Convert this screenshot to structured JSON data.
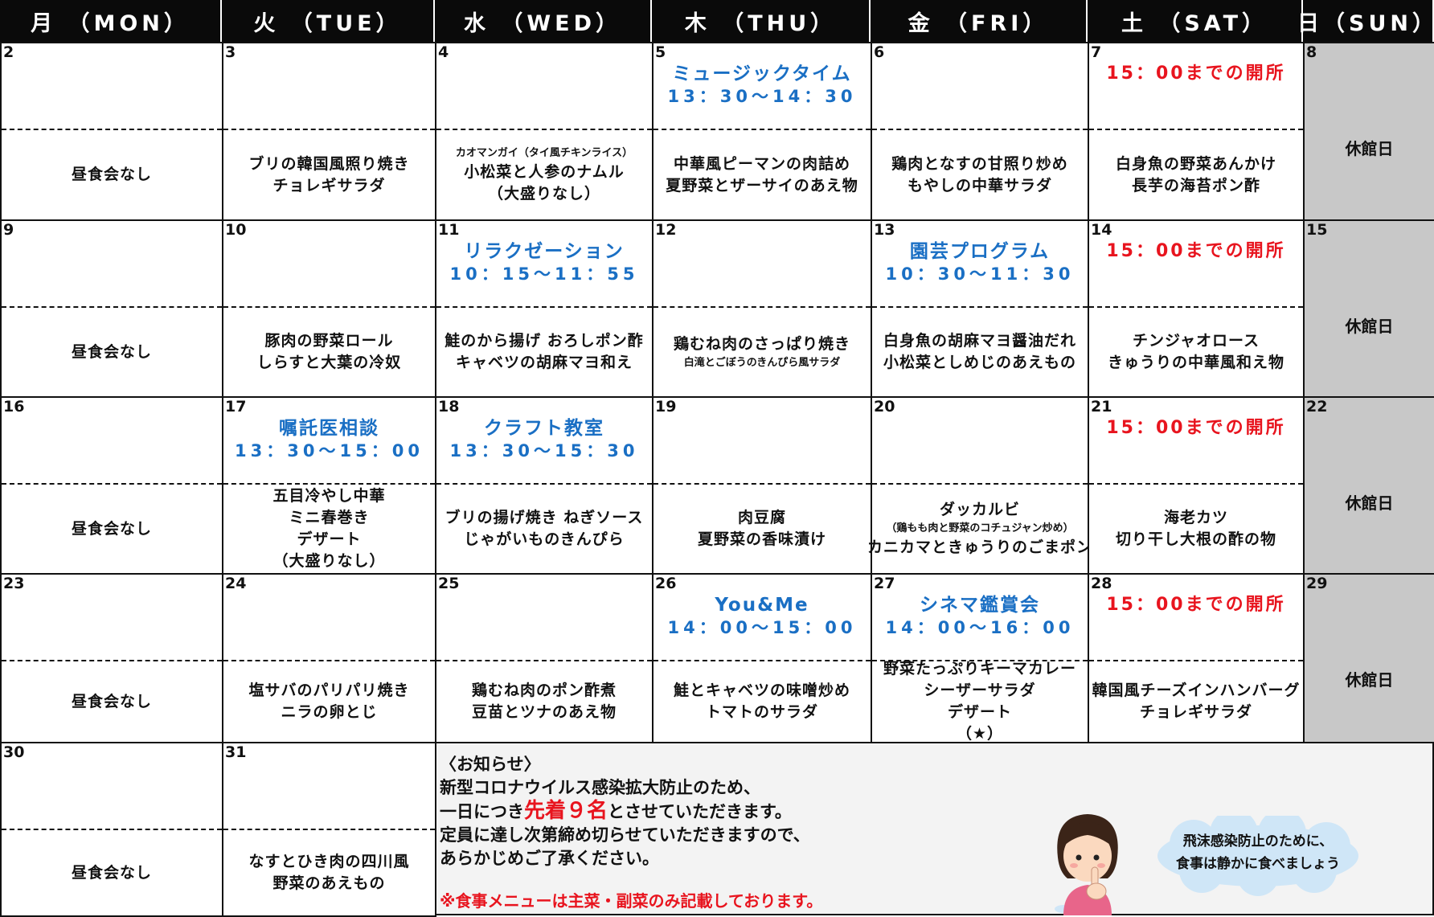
{
  "weekdays": [
    "月 （MON）",
    "火 （TUE）",
    "水 （WED）",
    "木 （THU）",
    "金 （FRI）",
    "土 （SAT）",
    "日（SUN）"
  ],
  "closed_label": "休館日",
  "weeks": [
    [
      {
        "day": "2",
        "menu": [
          "昼食会なし"
        ]
      },
      {
        "day": "3",
        "menu": [
          "ブリの韓国風照り焼き",
          "チョレギサラダ"
        ]
      },
      {
        "day": "4",
        "menu": [
          {
            "text": "カオマンガイ（タイ風チキンライス）",
            "small": true
          },
          "小松菜と人参のナムル",
          "（大盛りなし）"
        ]
      },
      {
        "day": "5",
        "event": {
          "name": "ミュージックタイム",
          "time": "13：30～14：30"
        },
        "menu": [
          "中華風ピーマンの肉詰め",
          "夏野菜とザーサイのあえ物"
        ]
      },
      {
        "day": "6",
        "menu": [
          "鶏肉となすの甘照り炒め",
          "もやしの中華サラダ"
        ]
      },
      {
        "day": "7",
        "event": {
          "name": "15：00までの開所",
          "red": true
        },
        "menu": [
          "白身魚の野菜あんかけ",
          "長芋の海苔ポン酢"
        ]
      },
      {
        "day": "8",
        "sun": true
      }
    ],
    [
      {
        "day": "9",
        "menu": [
          "昼食会なし"
        ]
      },
      {
        "day": "10",
        "menu": [
          "豚肉の野菜ロール",
          "しらすと大葉の冷奴"
        ]
      },
      {
        "day": "11",
        "event": {
          "name": "リラクゼーション",
          "time": "10：15～11：55"
        },
        "menu": [
          "鮭のから揚げ おろしポン酢",
          "キャベツの胡麻マヨ和え"
        ]
      },
      {
        "day": "12",
        "menu": [
          "鶏むね肉のさっぱり焼き",
          {
            "text": "白滝とごぼうのきんぴら風サラダ",
            "small": true
          }
        ]
      },
      {
        "day": "13",
        "event": {
          "name": "園芸プログラム",
          "time": "10：30～11：30"
        },
        "menu": [
          "白身魚の胡麻マヨ醤油だれ",
          "小松菜としめじのあえもの"
        ]
      },
      {
        "day": "14",
        "event": {
          "name": "15：00までの開所",
          "red": true
        },
        "menu": [
          "チンジャオロース",
          "きゅうりの中華風和え物"
        ]
      },
      {
        "day": "15",
        "sun": true
      }
    ],
    [
      {
        "day": "16",
        "menu": [
          "昼食会なし"
        ]
      },
      {
        "day": "17",
        "event": {
          "name": "嘱託医相談",
          "time": "13：30～15：00"
        },
        "menu": [
          "五目冷やし中華",
          "ミニ春巻き",
          "デザート",
          "（大盛りなし）"
        ]
      },
      {
        "day": "18",
        "event": {
          "name": "クラフト教室",
          "time": "13：30～15：30"
        },
        "menu": [
          "ブリの揚げ焼き ねぎソース",
          "じゃがいものきんぴら"
        ]
      },
      {
        "day": "19",
        "menu": [
          "肉豆腐",
          "夏野菜の香味漬け"
        ]
      },
      {
        "day": "20",
        "menu": [
          "ダッカルビ",
          {
            "text": "（鶏もも肉と野菜のコチュジャン炒め）",
            "small": true
          },
          "カニカマときゅうりのごまポン"
        ]
      },
      {
        "day": "21",
        "event": {
          "name": "15：00までの開所",
          "red": true
        },
        "menu": [
          "海老カツ",
          "切り干し大根の酢の物"
        ]
      },
      {
        "day": "22",
        "sun": true
      }
    ],
    [
      {
        "day": "23",
        "menu": [
          "昼食会なし"
        ]
      },
      {
        "day": "24",
        "menu": [
          "塩サバのパリパリ焼き",
          "ニラの卵とじ"
        ]
      },
      {
        "day": "25",
        "menu": [
          "鶏むね肉のポン酢煮",
          "豆苗とツナのあえ物"
        ]
      },
      {
        "day": "26",
        "event": {
          "name": "You&Me",
          "time": "14：00～15：00"
        },
        "menu": [
          "鮭とキャベツの味噌炒め",
          "トマトのサラダ"
        ]
      },
      {
        "day": "27",
        "event": {
          "name": "シネマ鑑賞会",
          "time": "14：00～16：00"
        },
        "menu": [
          "野菜たっぷりキーマカレー",
          "シーザーサラダ",
          "デザート",
          "（★）"
        ]
      },
      {
        "day": "28",
        "event": {
          "name": "15：00までの開所",
          "red": true
        },
        "menu": [
          "韓国風チーズインハンバーグ",
          "チョレギサラダ"
        ]
      },
      {
        "day": "29",
        "sun": true
      }
    ],
    [
      {
        "day": "30",
        "menu": [
          "昼食会なし"
        ]
      },
      {
        "day": "31",
        "menu": [
          "なすとひき肉の四川風",
          "野菜のあえもの"
        ]
      }
    ]
  ],
  "notice": {
    "heading": "〈お知らせ〉",
    "line1": "新型コロナウイルス感染拡大防止のため、",
    "line2_a": "一日につき",
    "line2_highlight": "先着９名",
    "line2_b": "とさせていただきます。",
    "line3": "定員に達し次第締め切らせていただきますので、",
    "line4": "あらかじめご了承ください。",
    "footnote": "※食事メニューは主菜・副菜のみ記載しております。"
  },
  "speech_bubble": [
    "飛沫感染防止のために、",
    "食事は静かに食べましょう"
  ],
  "colors": {
    "event": "#1a6fc4",
    "alert": "#e8141e",
    "header_bg": "#0a0a0a",
    "sunday_bg": "#c8c8c8"
  }
}
